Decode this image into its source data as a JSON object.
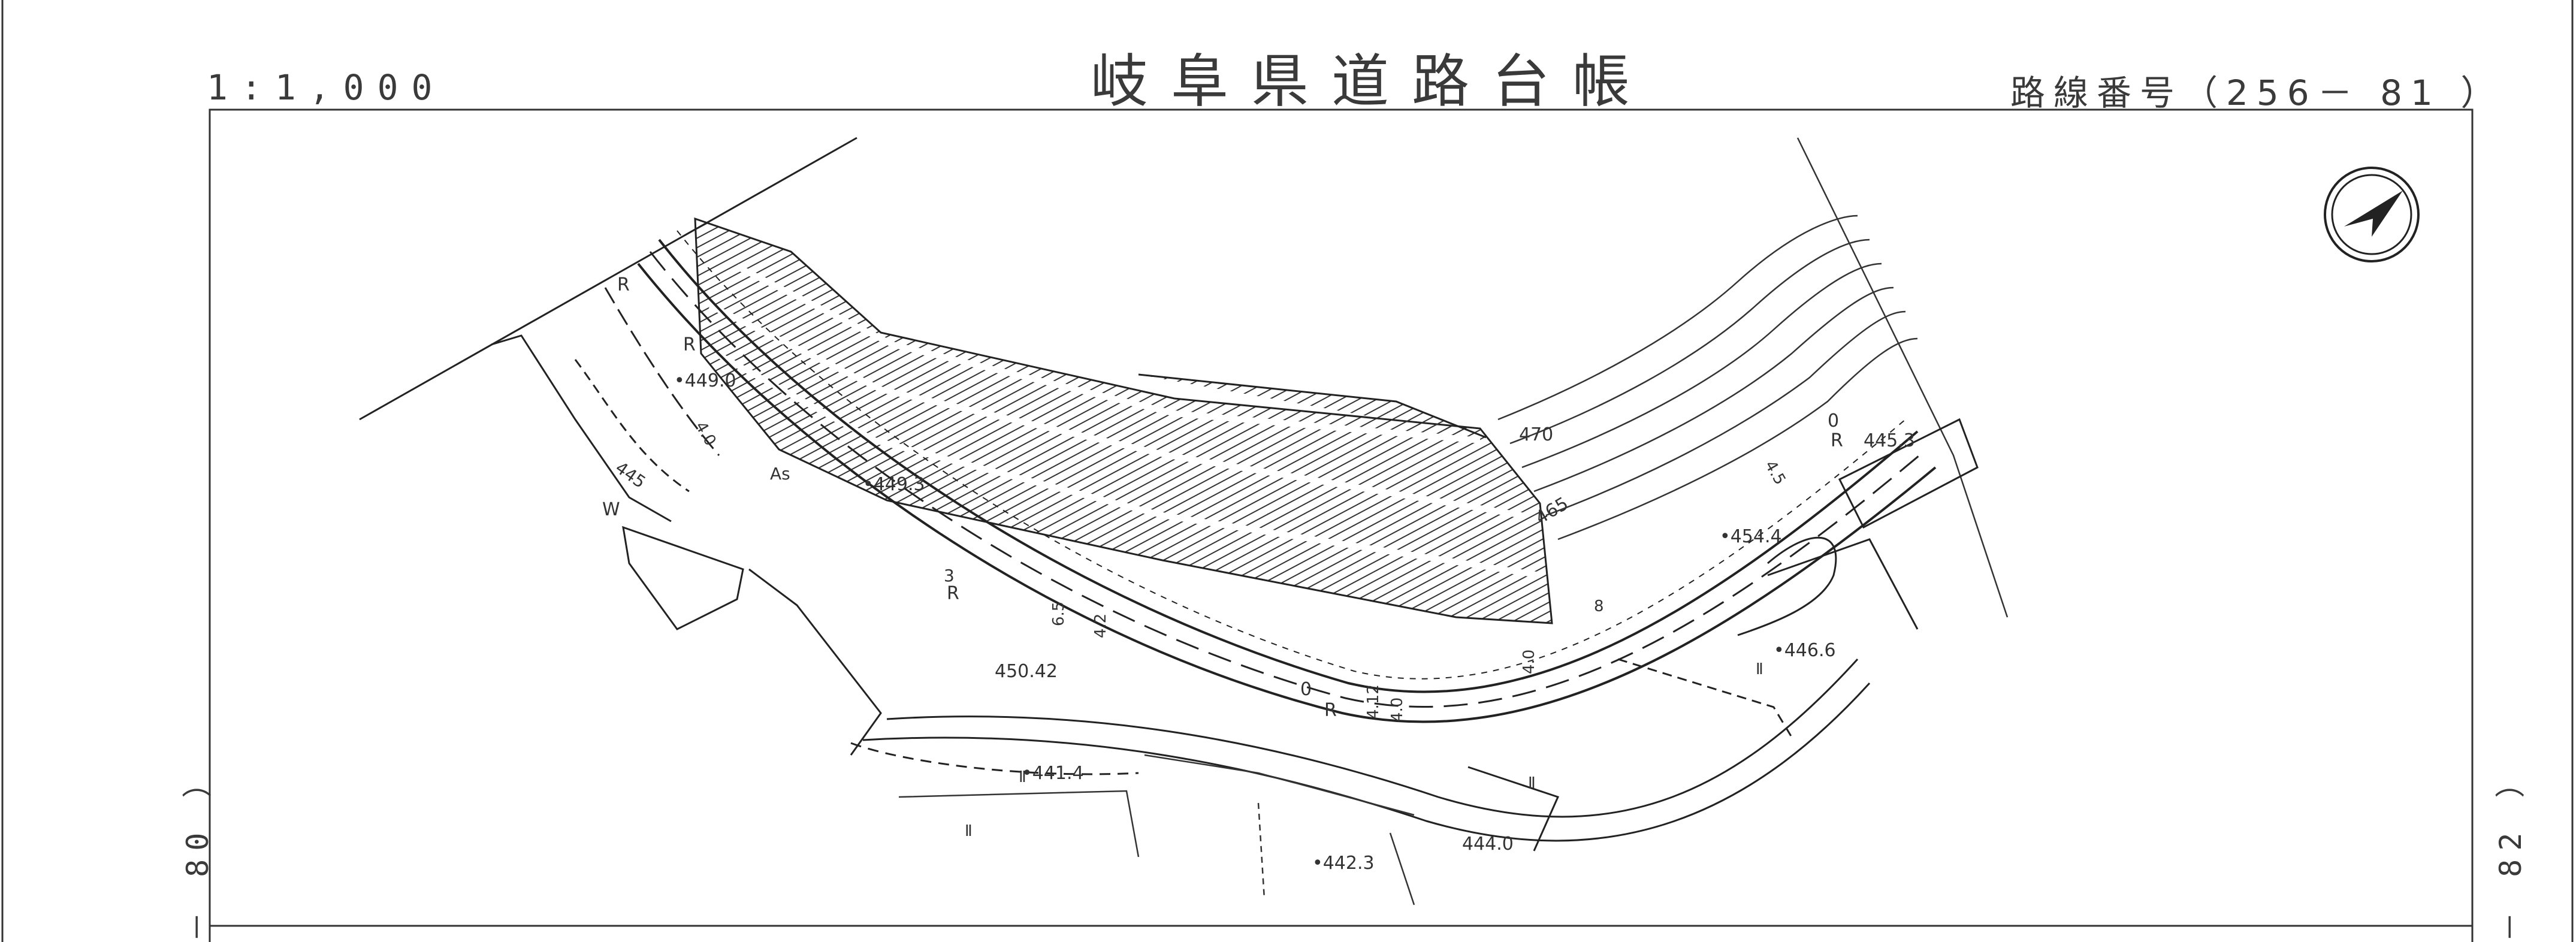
{
  "header": {
    "scale": "1:1,000",
    "title": "岐阜県道路台帳",
    "route": "路線番号（256－ 81 ）"
  },
  "sheet_refs": {
    "left": "－ 80 ）",
    "right": "－ 82 ）"
  },
  "north_arrow": {
    "icon": "north-arrow-icon"
  },
  "map_labels": {
    "elev_4490": "•449.0",
    "elev_4493": "•449.3",
    "elev_45042": "450.42",
    "elev_4414": "•441.4",
    "elev_4423": "•442.3",
    "elev_4440": "444.0",
    "elev_4466": "•446.6",
    "elev_4544": "•454.4",
    "elev_4453": "445.3",
    "contour_470": "470",
    "contour_465": "465",
    "contour_445": "445",
    "mark_r1": "R",
    "mark_r2": "R",
    "mark_r3": "R",
    "mark_r4": "R",
    "mark_r5": "R",
    "mark_w": "W",
    "mark_as": "As",
    "mark_3": "3",
    "mark_0a": "0",
    "mark_0b": "0",
    "dim_40a": "4.0",
    "dim_65": "6.5",
    "dim_42": "4.2",
    "dim_412": "4.12",
    "dim_40b": "4.0",
    "dim_40c": "4.0",
    "dim_8": "8",
    "dim_45": "4.5",
    "paddy_1": "Ⅱ",
    "paddy_2": "Ⅱ",
    "paddy_3": "Ⅱ",
    "paddy_4": "Ⅱ"
  },
  "colors": {
    "ink": "#222222",
    "hatch": "#333333",
    "paper": "#ffffff"
  }
}
